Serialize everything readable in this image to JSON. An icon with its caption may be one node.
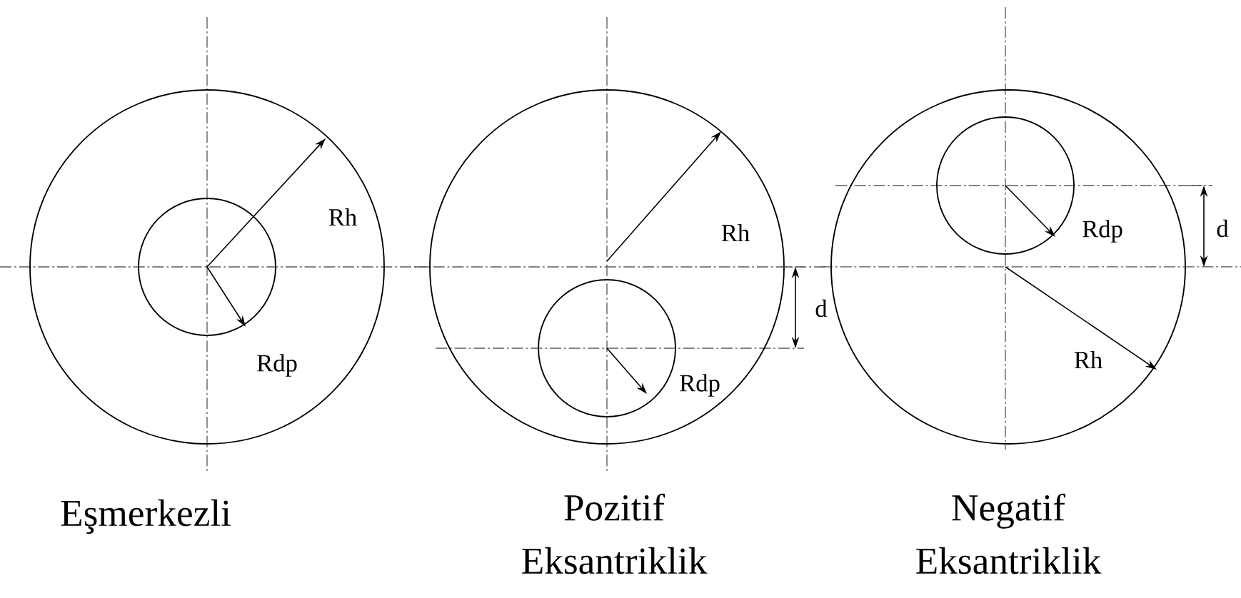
{
  "diagram": {
    "labels": [
      "Rh",
      "Rdp",
      "Eşmerkezli",
      "Rh",
      "d",
      "Rdp",
      "Pozitif Eksantriklik",
      "Rdp",
      "d",
      "Rh",
      "Negatif Eksantriklik"
    ]
  }
}
